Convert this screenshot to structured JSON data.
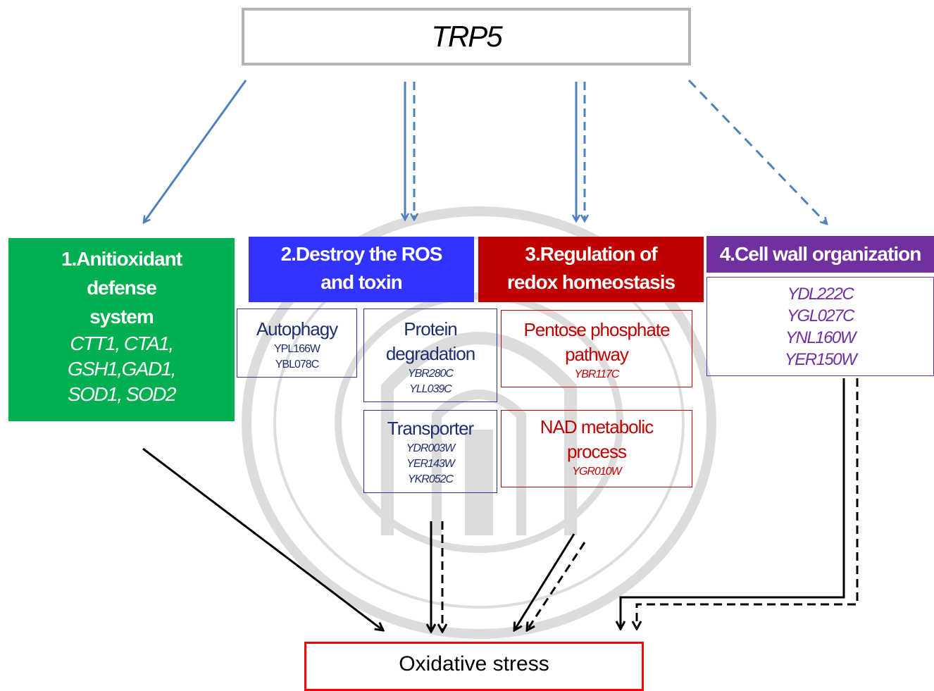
{
  "top_gene": "TRP5",
  "categories": [
    {
      "title_lines": [
        "1.Anitioxidant",
        "defense",
        "system"
      ],
      "genes": [
        "CTT1, CTA1,",
        "GSH1,GAD1,",
        "SOD1, SOD2"
      ],
      "color": "#00b050"
    },
    {
      "title_lines": [
        "2.Destroy the ROS",
        "and toxin"
      ],
      "color": "#3333ff",
      "subprocesses": [
        {
          "label_lines": [
            "Autophagy"
          ],
          "genes": [
            "YPL166W",
            "YBL078C"
          ]
        },
        {
          "label_lines": [
            "Protein",
            "degradation"
          ],
          "genes": [
            "YBR280C",
            "YLL039C"
          ]
        },
        {
          "label_lines": [
            "Transporter"
          ],
          "genes": [
            "YDR003W",
            "YER143W",
            "YKR052C"
          ]
        }
      ]
    },
    {
      "title_lines": [
        "3.Regulation of",
        "redox homeostasis"
      ],
      "color": "#c00000",
      "subprocesses": [
        {
          "label_lines": [
            "Pentose phosphate",
            "pathway"
          ],
          "genes": [
            "YBR117C"
          ]
        },
        {
          "label_lines": [
            "NAD metabolic",
            "process"
          ],
          "genes": [
            "YGR010W"
          ]
        }
      ]
    },
    {
      "title_lines": [
        "4.Cell wall organization"
      ],
      "color": "#7030a0",
      "genes": [
        "YDL222C",
        "YGL027C",
        "YNL160W",
        "YER150W"
      ]
    }
  ],
  "outcome": "Oxidative stress",
  "colors": {
    "arrow_top": "#4f81bd",
    "arrow_bottom": "#000000",
    "top_box_border": "#b3b3b3",
    "outcome_border": "#ff0000"
  }
}
